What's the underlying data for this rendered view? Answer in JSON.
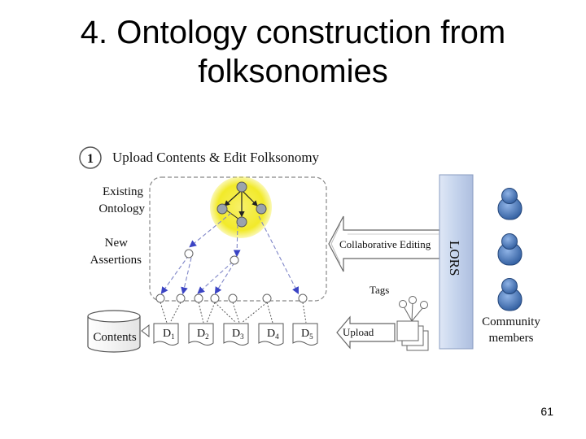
{
  "slide": {
    "title_line1": "4. Ontology construction from",
    "title_line2": "folksonomies",
    "page_number": "61"
  },
  "diagram": {
    "step_number": "1",
    "step_title": "Upload Contents & Edit Folksonomy",
    "existing_ontology_label": [
      "Existing",
      "Ontology"
    ],
    "new_assertions_label": [
      "New",
      "Assertions"
    ],
    "collaborative_editing_label": "Collaborative Editing",
    "lors_label": "LORS",
    "tags_label": "Tags",
    "upload_label": "Upload",
    "contents_label": "Contents",
    "community_label": [
      "Community",
      "members"
    ],
    "documents": [
      {
        "base": "D",
        "sub": "1"
      },
      {
        "base": "D",
        "sub": "2"
      },
      {
        "base": "D",
        "sub": "3"
      },
      {
        "base": "D",
        "sub": "4"
      },
      {
        "base": "D",
        "sub": "5"
      }
    ],
    "colors": {
      "ontology_glow": "#f2ea2a",
      "assertion_arrow": "#3b44c4",
      "lors_panel": "#c9d6ec",
      "person_icon": "#3f6fb1"
    }
  }
}
